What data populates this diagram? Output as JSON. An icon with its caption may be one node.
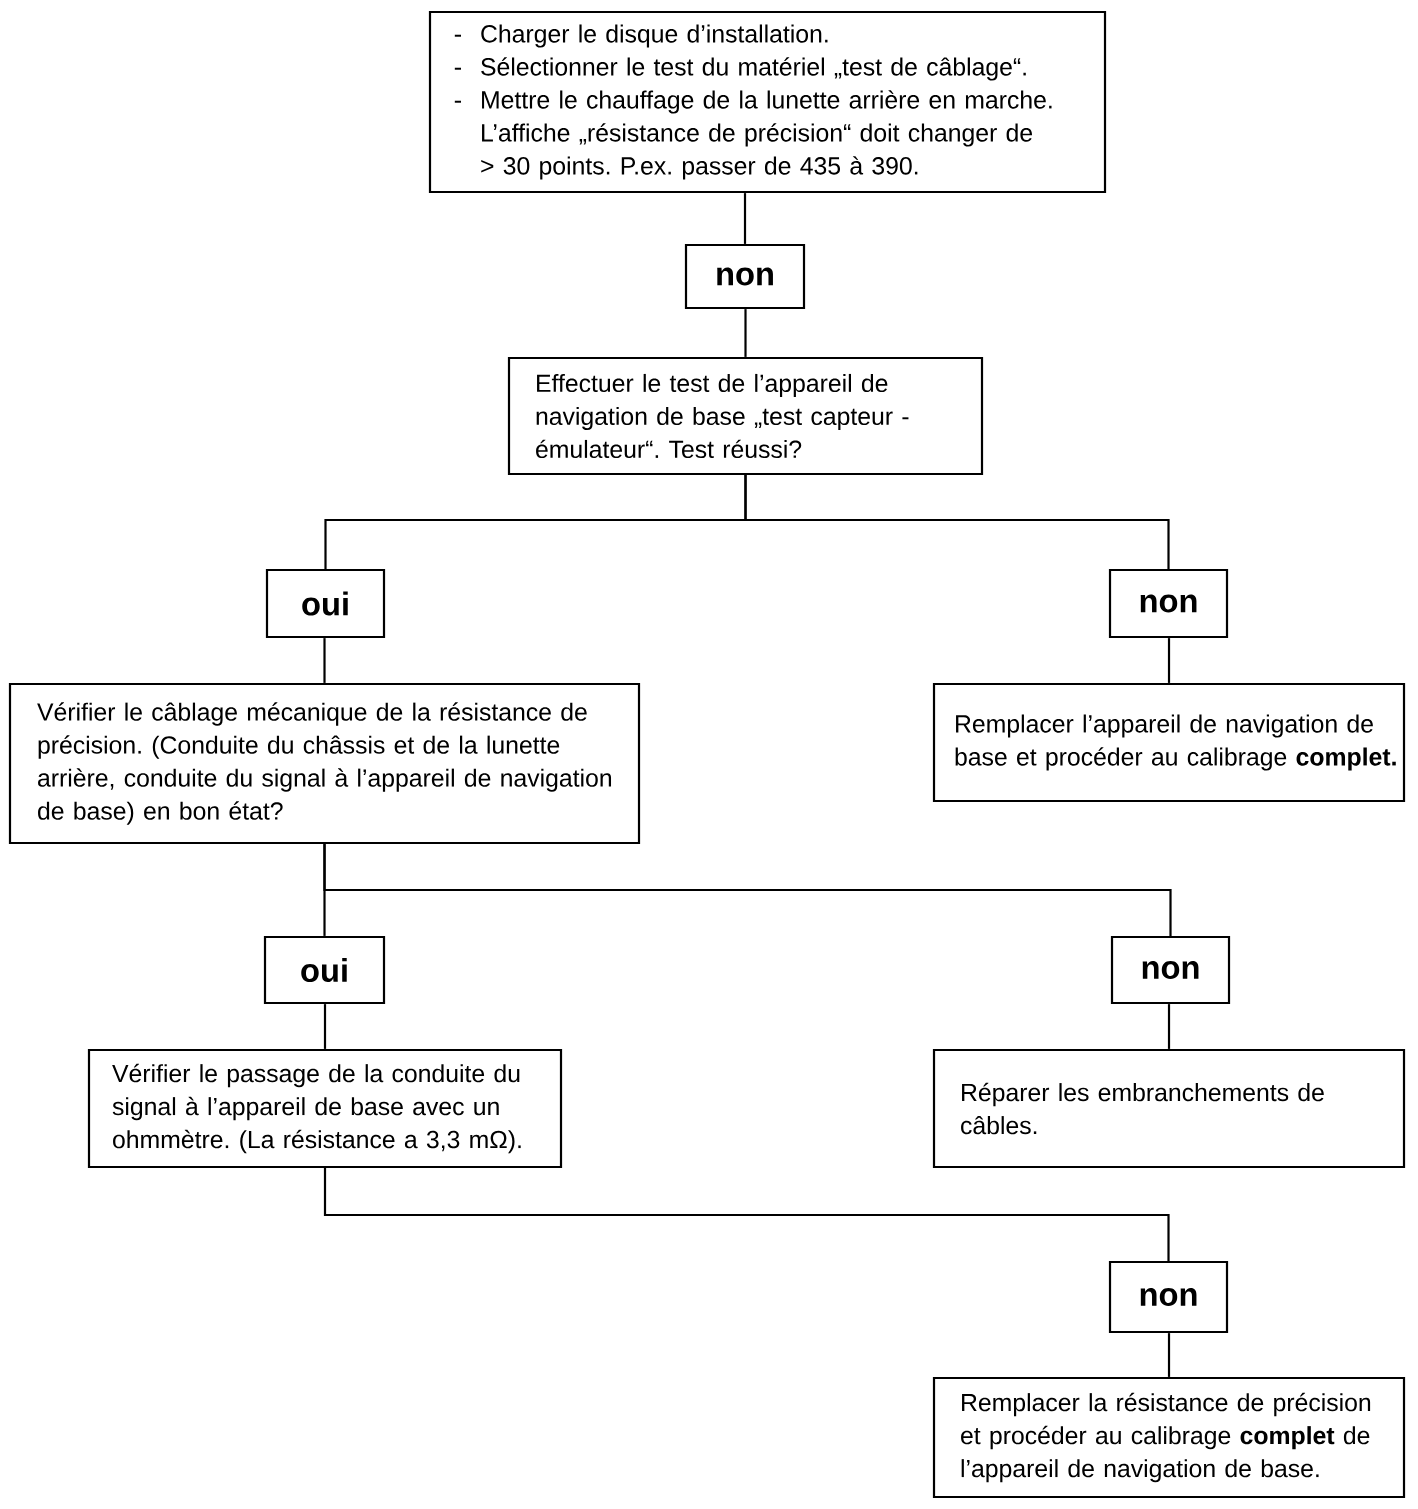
{
  "diagram": {
    "nodes": [
      {
        "text": [
          "Charger le disque d’installation.",
          "Sélectionner le test du matériel „test de câblage“.",
          "Mettre le chauffage de la lunette arrière en marche.",
          "L’affiche „résistance de précision“ doit changer de > 30 points. P.ex. passer de 435 à 390."
        ]
      },
      {
        "text": [
          "non"
        ]
      },
      {
        "text": [
          "Effectuer le test de l’appareil de navigation de base „test capteur - émulateur“. Test réussi?"
        ]
      },
      {
        "text": [
          "oui"
        ]
      },
      {
        "text": [
          "non"
        ]
      },
      {
        "text": [
          "Vérifier le câblage mécanique de la résistance de précision. (Conduite du châssis et de la lunette arrière, conduite du signal à l’appareil de navigation de base) en bon état?"
        ]
      },
      {
        "text": [
          "Remplacer l’appareil de navigation de base et procéder au calibrage **complet.**"
        ]
      },
      {
        "text": [
          "oui"
        ]
      },
      {
        "text": [
          "non"
        ]
      },
      {
        "text": [
          "Vérifier le passage de la conduite du signal à l’appareil de base avec un ohmmètre. (La résistance a 3,3 mΩ)."
        ]
      },
      {
        "text": [
          "Réparer les embranchements de câbles."
        ]
      },
      {
        "text": [
          "non"
        ]
      },
      {
        "text": [
          "Remplacer la résistance de précision et procéder au calibrage **complet** de l’appareil de navigation de base."
        ]
      }
    ],
    "edges": [
      {
        "from": 0,
        "to": 1,
        "arrow": "none"
      },
      {
        "from": 1,
        "to": 2,
        "arrow": "none"
      },
      {
        "from": 2,
        "to": 3,
        "arrow": "none"
      },
      {
        "from": 2,
        "to": 4,
        "arrow": "none"
      },
      {
        "from": 3,
        "to": 5,
        "arrow": "none"
      },
      {
        "from": 4,
        "to": 6,
        "arrow": "none"
      },
      {
        "from": 5,
        "to": 7,
        "arrow": "none"
      },
      {
        "from": 5,
        "to": 8,
        "arrow": "none"
      },
      {
        "from": 7,
        "to": 9,
        "arrow": "none"
      },
      {
        "from": 8,
        "to": 10,
        "arrow": "none"
      },
      {
        "from": 9,
        "to": 11,
        "arrow": "none"
      },
      {
        "from": 11,
        "to": 12,
        "arrow": "none"
      }
    ]
  }
}
